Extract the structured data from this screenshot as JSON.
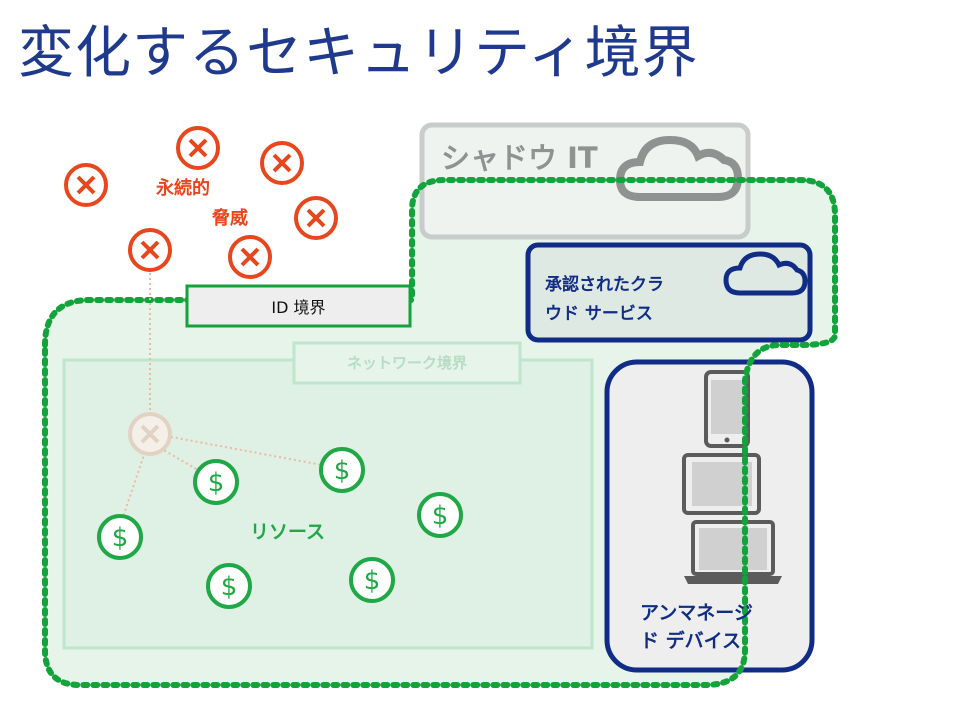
{
  "title": "変化するセキュリティ境界",
  "threat_label_line1": "永続的",
  "threat_label_line2": "脅威",
  "id_boundary": "ID 境界",
  "network_boundary": "ネットワーク境界",
  "shadow_it": "シャドウ IT",
  "approved_cloud_line1": "承認されたクラ",
  "approved_cloud_line2": "ウド サービス",
  "unmanaged_line1": "アンマネージ",
  "unmanaged_line2": "ド デバイス",
  "resources": "リソース",
  "colors": {
    "title": "#1f3a8c",
    "threat": "#e8461c",
    "resource": "#1fa845",
    "boundary_green": "#12a33a",
    "navy": "#102c86"
  },
  "icons": [
    "threat-x-icon",
    "dollar-icon",
    "cloud-icon",
    "phone-icon",
    "tablet-icon",
    "laptop-icon"
  ]
}
